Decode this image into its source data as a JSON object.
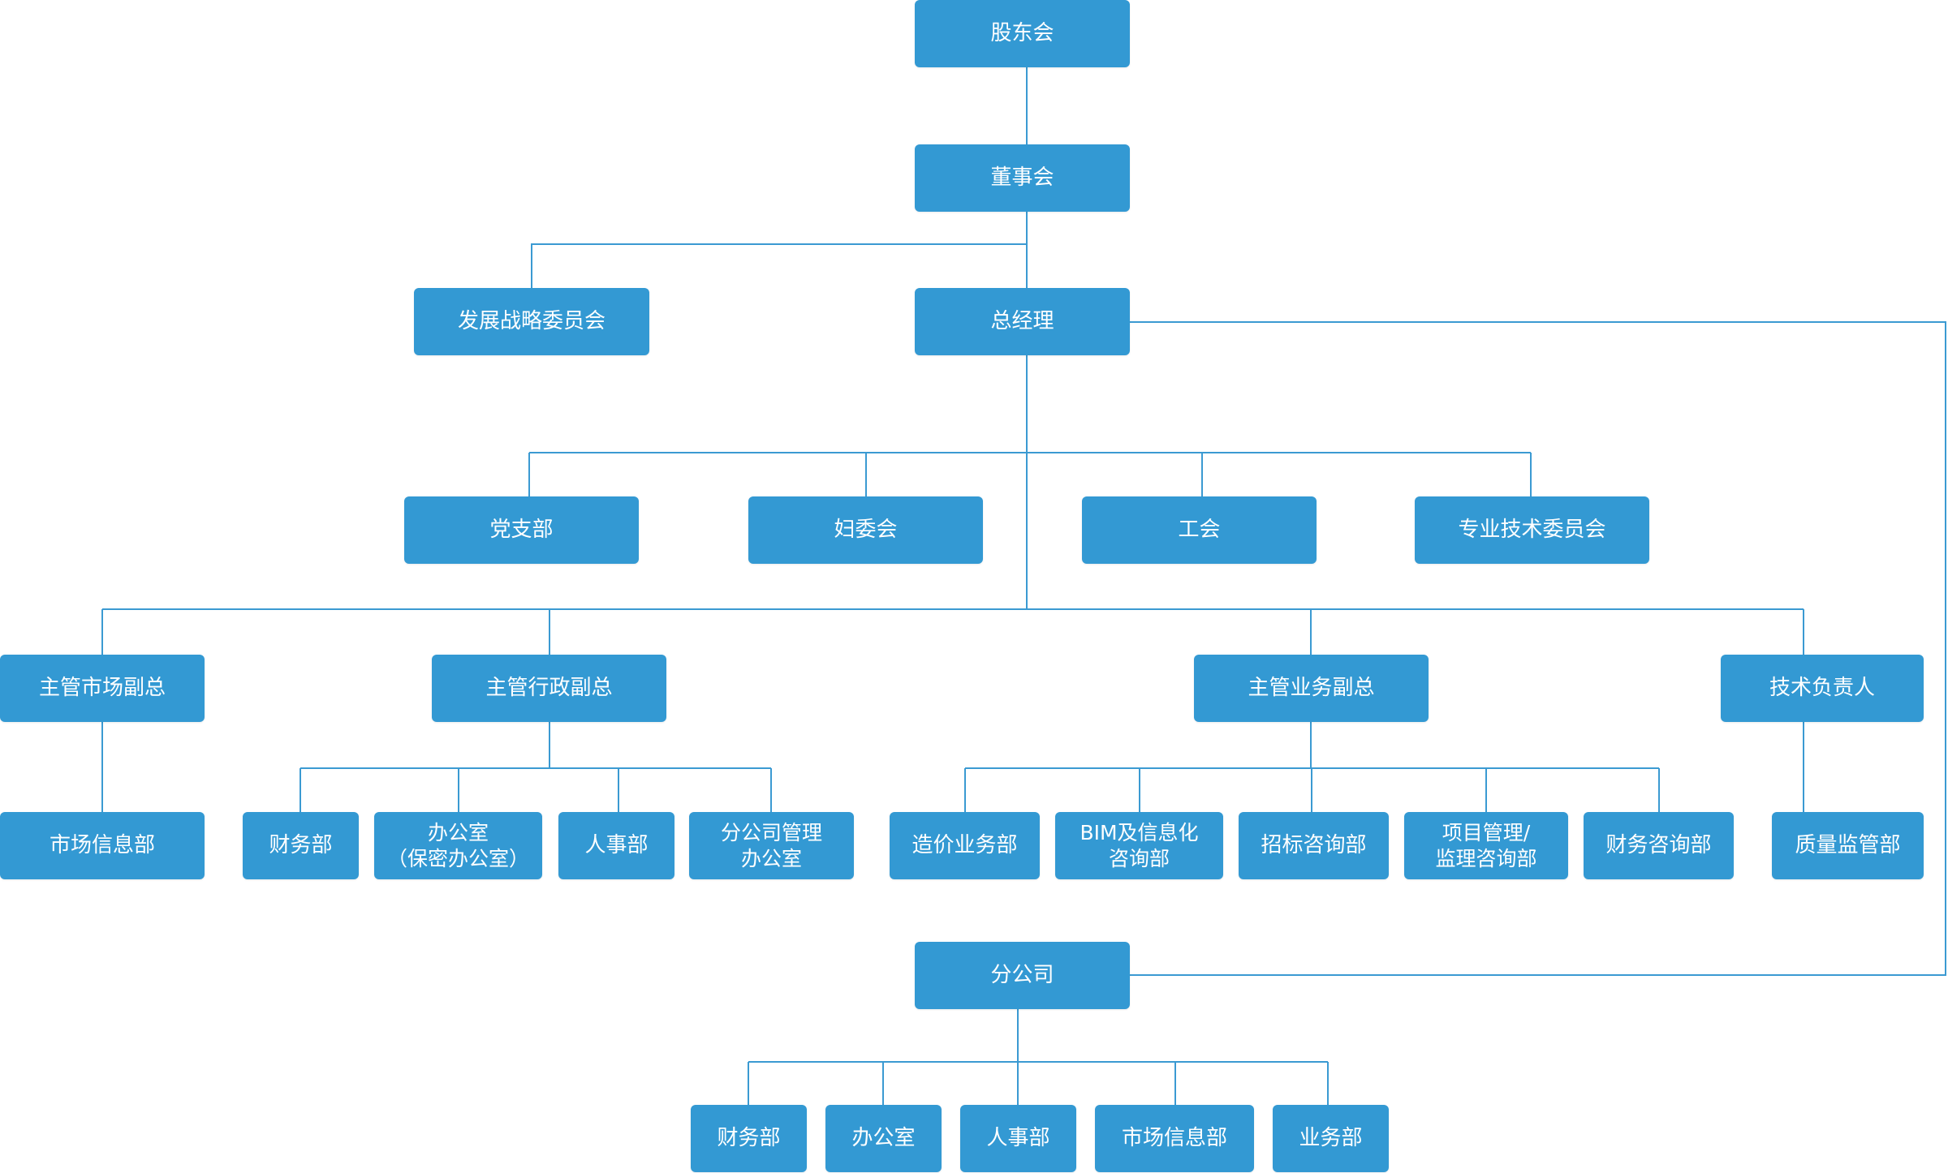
{
  "colors": {
    "node_fill": "#3399d3",
    "node_text": "#ffffff",
    "connector": "#3b9ad2"
  },
  "nodes": {
    "shareholders": "股东会",
    "board": "董事会",
    "strategy_committee": "发展战略委员会",
    "general_manager": "总经理",
    "party_branch": "党支部",
    "womens_committee": "妇委会",
    "union": "工会",
    "tech_committee": "专业技术委员会",
    "vp_market": "主管市场副总",
    "vp_admin": "主管行政副总",
    "vp_business": "主管业务副总",
    "tech_lead": "技术负责人",
    "market_info": "市场信息部",
    "finance": "财务部",
    "office": "办公室\n（保密办公室）",
    "hr": "人事部",
    "branch_mgmt_office": "分公司管理\n办公室",
    "cost_dept": "造价业务部",
    "bim_dept": "BIM及信息化\n咨询部",
    "bidding_dept": "招标咨询部",
    "project_dept": "项目管理/\n监理咨询部",
    "fin_consult_dept": "财务咨询部",
    "quality_dept": "质量监管部",
    "branch": "分公司",
    "branch_finance": "财务部",
    "branch_office": "办公室",
    "branch_hr": "人事部",
    "branch_market_info": "市场信息部",
    "branch_business": "业务部"
  }
}
